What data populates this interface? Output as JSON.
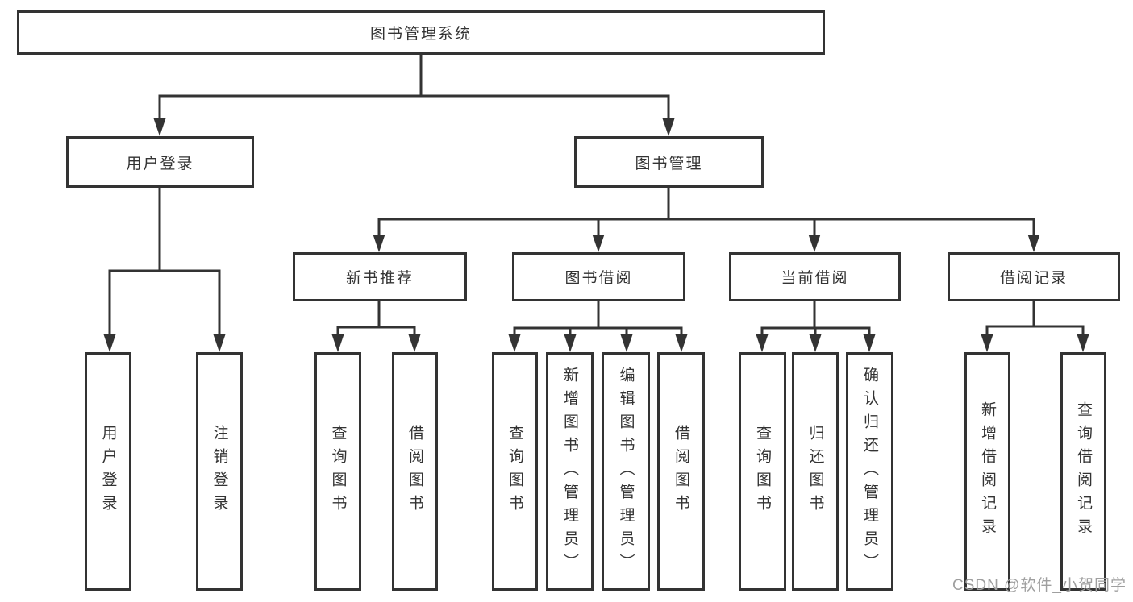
{
  "palette": {
    "line": "#333333",
    "text": "#333333",
    "background": "#ffffff",
    "watermark_color": "#9f9f9f"
  },
  "watermark": "CSDN @软件_小贺同学",
  "nodes": {
    "root": "图书管理系统",
    "user_login": "用户登录",
    "book_management": "图书管理",
    "new_book_recommend": "新书推荐",
    "book_borrowing": "图书借阅",
    "current_borrowing": "当前借阅",
    "borrowing_records": "借阅记录",
    "leaf_user_login": "用户登录",
    "leaf_logout": "注销登录",
    "leaf_nb_query_books": "查询图书",
    "leaf_nb_borrow_books": "借阅图书",
    "leaf_bb_query_books": "查询图书",
    "leaf_bb_add_books": "新增图书（管理员）",
    "leaf_bb_edit_books": "编辑图书（管理员）",
    "leaf_bb_borrow_books": "借阅图书",
    "leaf_cb_query_books": "查询图书",
    "leaf_cb_return_books": "归还图书",
    "leaf_cb_confirm_return": "确认归还（管理员）",
    "leaf_br_add_record": "新增借阅记录",
    "leaf_br_query_record": "查询借阅记录"
  },
  "hierarchy": {
    "图书管理系统": {
      "用户登录": [
        "用户登录",
        "注销登录"
      ],
      "图书管理": {
        "新书推荐": [
          "查询图书",
          "借阅图书"
        ],
        "图书借阅": [
          "查询图书",
          "新增图书（管理员）",
          "编辑图书（管理员）",
          "借阅图书"
        ],
        "当前借阅": [
          "查询图书",
          "归还图书",
          "确认归还（管理员）"
        ],
        "借阅记录": [
          "新增借阅记录",
          "查询借阅记录"
        ]
      }
    }
  }
}
